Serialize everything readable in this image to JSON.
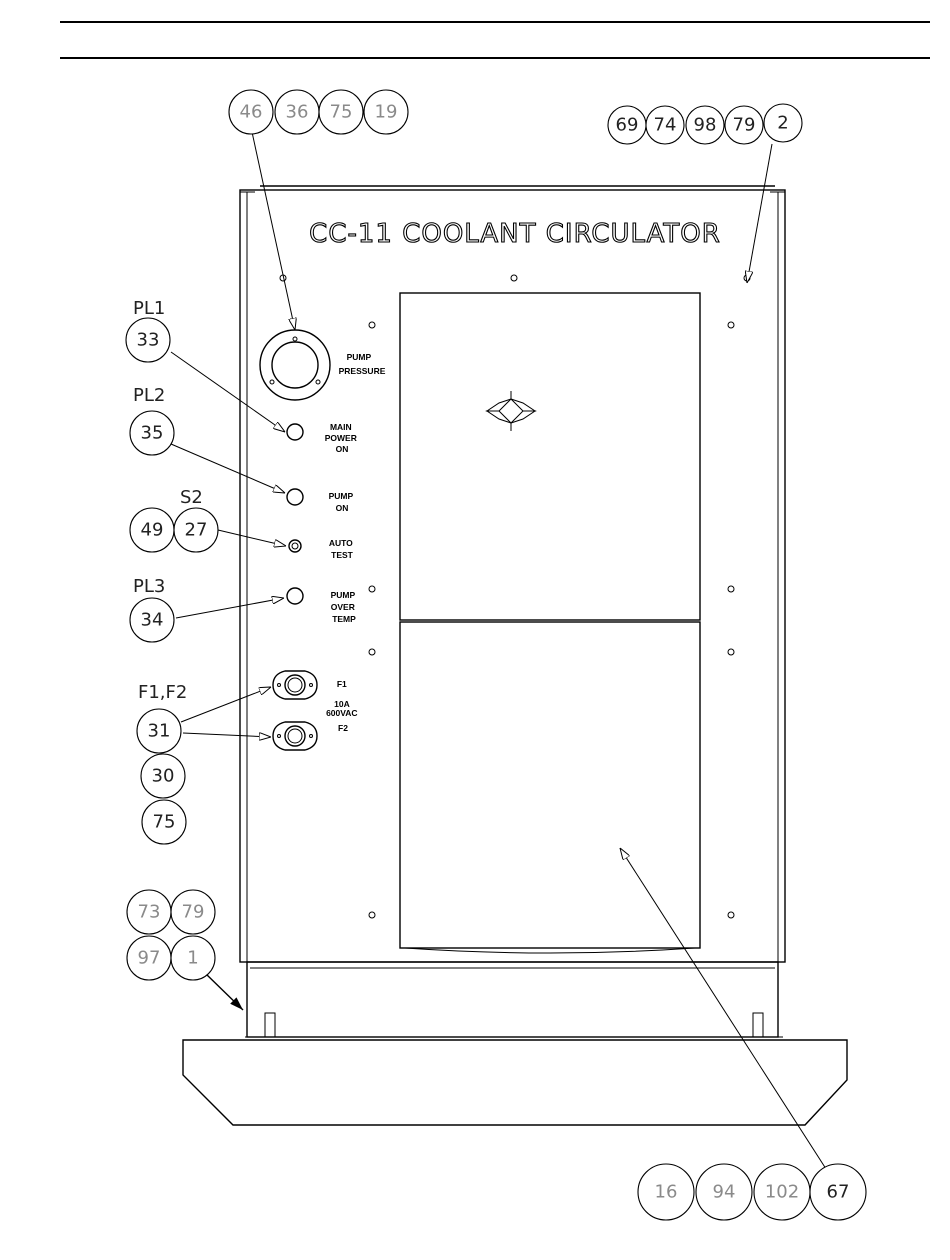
{
  "title": "CC-11 COOLANT CIRCULATOR",
  "panel_labels": {
    "pump_pressure": [
      "PUMP",
      "PRESSURE"
    ],
    "main_power_on": [
      "MAIN",
      "POWER",
      "ON"
    ],
    "pump_on": [
      "PUMP",
      "ON"
    ],
    "auto_test": [
      "AUTO",
      "TEST"
    ],
    "pump_over_temp": [
      "PUMP",
      "OVER",
      "TEMP"
    ],
    "fuses": [
      "F1",
      "10A",
      "600VAC",
      "F2"
    ]
  },
  "designators": [
    "PL1",
    "PL2",
    "S2",
    "PL3",
    "F1,F2"
  ],
  "callouts": {
    "top_left": [
      "46",
      "36",
      "75",
      "19"
    ],
    "top_right": [
      "69",
      "74",
      "98",
      "79",
      "2"
    ],
    "pl1": "33",
    "pl2": "35",
    "s2": [
      "49",
      "27"
    ],
    "pl3": "34",
    "fuses": [
      "31",
      "30",
      "75"
    ],
    "base_top": [
      "73",
      "79"
    ],
    "base_bottom": [
      "97",
      "1"
    ],
    "bottom_right": [
      "16",
      "94",
      "102",
      "67"
    ]
  }
}
